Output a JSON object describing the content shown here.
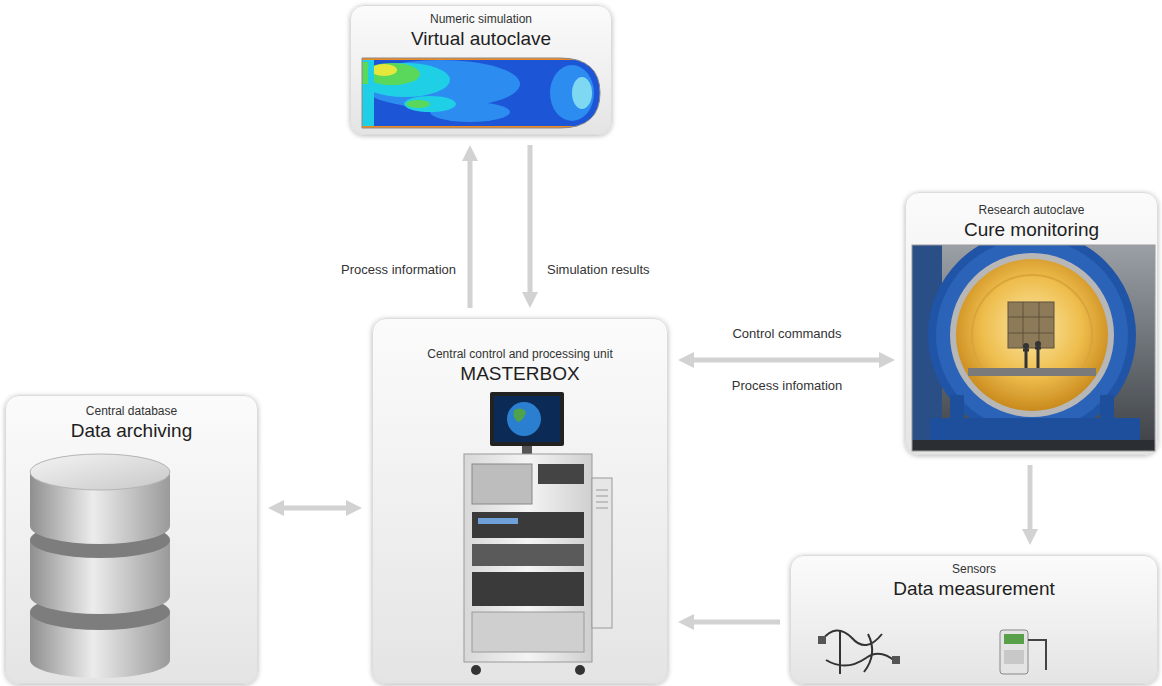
{
  "diagram": {
    "nodes": [
      {
        "text": [
          "Numeric simulation",
          "Virtual autoclave"
        ]
      },
      {
        "text": [
          "Research autoclave",
          "Cure monitoring"
        ]
      },
      {
        "text": [
          "Central control and processing unit",
          "MASTERBOX"
        ]
      },
      {
        "text": [
          "Central database",
          "Data archiving"
        ]
      },
      {
        "text": [
          "Sensors",
          "Data measurement"
        ]
      }
    ],
    "edges": [
      {
        "from": 2,
        "to": 0,
        "arrow": "to",
        "label": "Process information"
      },
      {
        "from": 0,
        "to": 2,
        "arrow": "to",
        "label": "Simulation results"
      },
      {
        "from": 2,
        "to": 1,
        "arrow": "both",
        "label": "Control commands"
      },
      {
        "from": 3,
        "to": 2,
        "arrow": "both"
      },
      {
        "from": 1,
        "to": 4,
        "arrow": "to"
      },
      {
        "from": 4,
        "to": 2,
        "arrow": "to"
      }
    ],
    "labels": [
      "Process infomation"
    ]
  }
}
